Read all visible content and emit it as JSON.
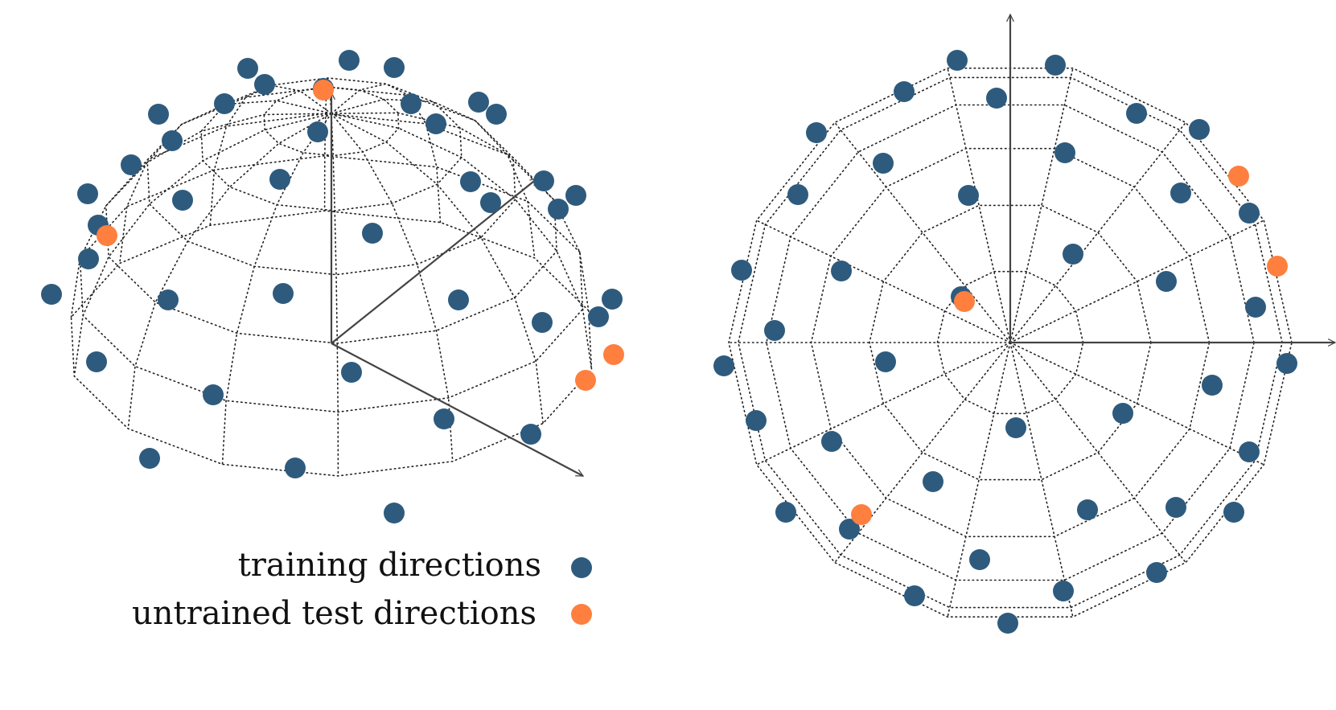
{
  "colors": {
    "training": "#2e5b7d",
    "test": "#ff7f3f",
    "grid": "#222222",
    "axis": "#444444"
  },
  "legend": {
    "training_label": "training directions",
    "test_label": "untrained test directions"
  },
  "legend_markers": {
    "training": "training-directions-marker-icon",
    "test": "untrained-test-directions-marker-icon"
  },
  "views": [
    {
      "name": "perspective-view",
      "sphere": {
        "longitudes": 14,
        "latitudes": 6
      },
      "axes": 3
    },
    {
      "name": "top-view",
      "sphere": {
        "longitudes": 14,
        "latitudes": 6
      },
      "axes": 2
    }
  ]
}
